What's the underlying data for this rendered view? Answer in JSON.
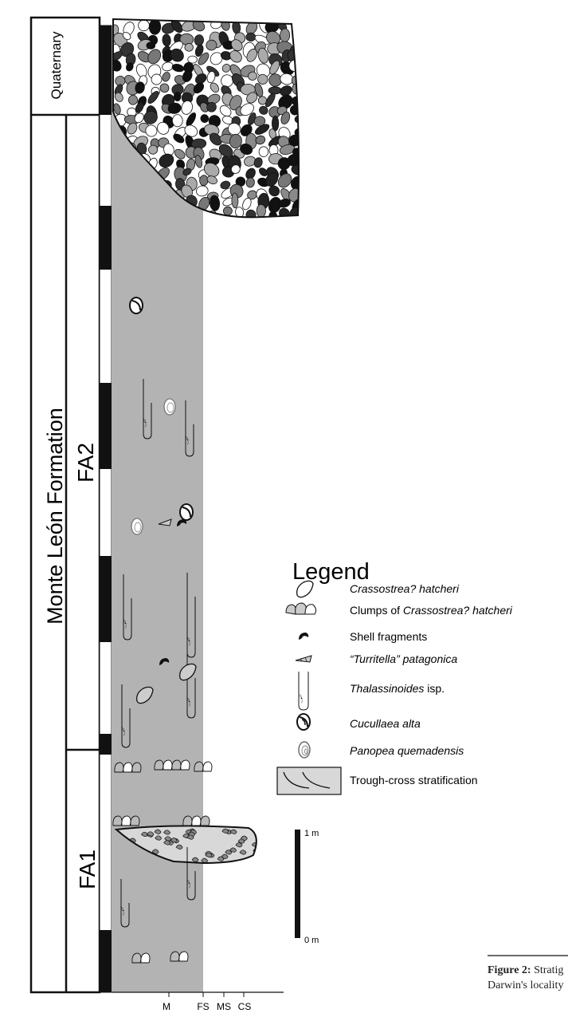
{
  "units": {
    "quaternary": "Quaternary",
    "formation": "Monte León Formation",
    "fa2": "FA2",
    "fa1": "FA1"
  },
  "grain_axis": [
    "M",
    "FS",
    "MS",
    "CS"
  ],
  "legend": {
    "title": "Legend",
    "items": [
      {
        "icon": "oyster-icon",
        "italic": "Crassostrea? hatcheri",
        "plain": ""
      },
      {
        "icon": "oyster-clump-icon",
        "plain_prefix": "Clumps of ",
        "italic": "Crassostrea? hatcheri"
      },
      {
        "icon": "shell-fragment-icon",
        "plain": "Shell fragments"
      },
      {
        "icon": "turritella-icon",
        "italic_q": "“Turritella”",
        "rest": " patagonica"
      },
      {
        "icon": "burrow-icon",
        "italic": "Thalassinoides",
        "rest": " isp."
      },
      {
        "icon": "cucullaea-icon",
        "italic": "Cucullaea alta"
      },
      {
        "icon": "panopea-icon",
        "italic": "Panopea quemadensis"
      },
      {
        "icon": "trough-cross-icon",
        "plain": "Trough-cross stratification"
      }
    ]
  },
  "scale": {
    "top": "1 m",
    "bottom": "0 m"
  },
  "caption": {
    "line1_bold": "Figure 2:",
    "line1_rest": " Stratig",
    "line2": "Darwin's locality"
  }
}
